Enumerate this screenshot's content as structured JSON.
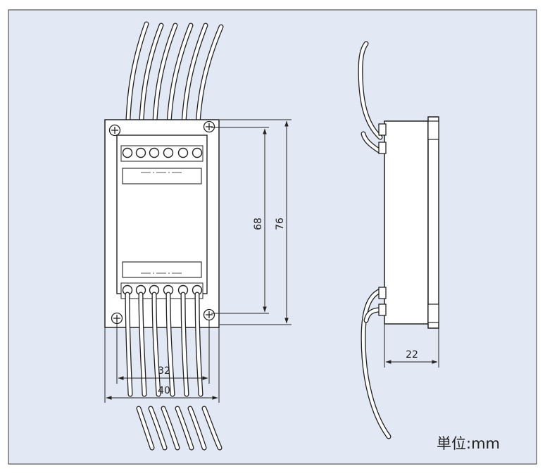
{
  "colors": {
    "panel_bg": "#e3e9f4",
    "panel_border": "#555555",
    "fill": "#ffffff",
    "line": "#222222"
  },
  "dimensions": {
    "inner_height": "68",
    "outer_height": "76",
    "hole_pitch": "32",
    "body_width": "40",
    "depth": "22"
  },
  "unit_label": "単位:mm"
}
